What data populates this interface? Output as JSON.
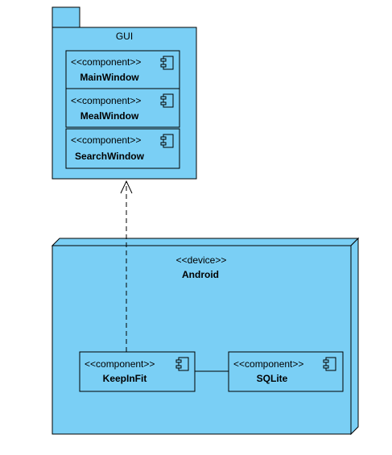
{
  "colors": {
    "fill": "#7ACFF5",
    "stroke": "#000000",
    "background": "#FFFFFF"
  },
  "package": {
    "name": "GUI",
    "components": [
      {
        "stereotype": "<<component>>",
        "name": "MainWindow"
      },
      {
        "stereotype": "<<component>>",
        "name": "MealWindow"
      },
      {
        "stereotype": "<<component>>",
        "name": "SearchWindow"
      }
    ]
  },
  "node": {
    "stereotype": "<<device>>",
    "name": "Android",
    "components": [
      {
        "stereotype": "<<component>>",
        "name": "KeepInFit"
      },
      {
        "stereotype": "<<component>>",
        "name": "SQLite"
      }
    ]
  },
  "relations": [
    {
      "type": "dependency",
      "from": "KeepInFit",
      "to": "GUI"
    },
    {
      "type": "association",
      "from": "KeepInFit",
      "to": "SQLite"
    }
  ],
  "icons": {
    "component": "component-icon"
  }
}
